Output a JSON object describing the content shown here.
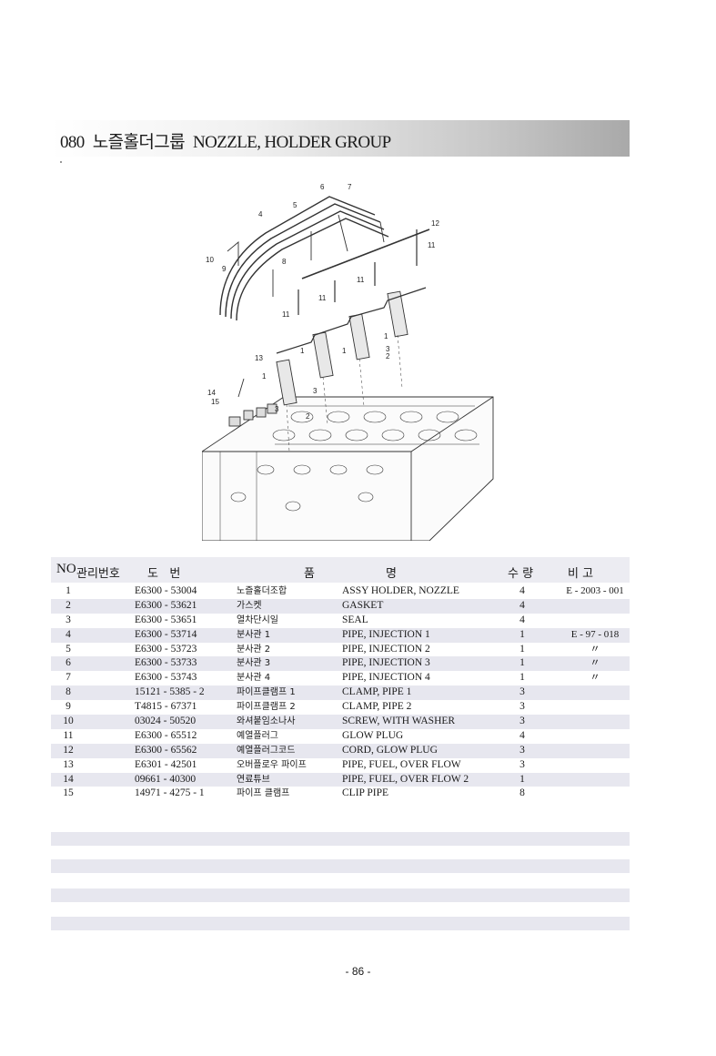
{
  "title": {
    "number": "080",
    "korean": "노즐홀더그룹",
    "english": "NOZZLE, HOLDER GROUP"
  },
  "callouts": [
    "1",
    "2",
    "3",
    "4",
    "5",
    "6",
    "7",
    "8",
    "9",
    "10",
    "11",
    "12",
    "13",
    "14",
    "15"
  ],
  "table": {
    "headers": {
      "no": "NO",
      "mgmt": "관리번호",
      "drawing": "도   번",
      "name_a": "품",
      "name_b": "명",
      "qty": "수 량",
      "remarks": "비 고"
    },
    "rows": [
      {
        "no": "1",
        "drawing": "E6300 - 53004",
        "korean": "노즐홀더조합",
        "english": "ASSY HOLDER, NOZZLE",
        "qty": "4",
        "remarks": "E - 2003 - 001"
      },
      {
        "no": "2",
        "drawing": "E6300 - 53621",
        "korean": "가스켓",
        "english": "GASKET",
        "qty": "4",
        "remarks": ""
      },
      {
        "no": "3",
        "drawing": "E6300 - 53651",
        "korean": "열차단시일",
        "english": "SEAL",
        "qty": "4",
        "remarks": ""
      },
      {
        "no": "4",
        "drawing": "E6300 - 53714",
        "korean": "분사관 1",
        "english": "PIPE, INJECTION 1",
        "qty": "1",
        "remarks": "E - 97 - 018"
      },
      {
        "no": "5",
        "drawing": "E6300 - 53723",
        "korean": "분사관 2",
        "english": "PIPE, INJECTION 2",
        "qty": "1",
        "remarks": "〃"
      },
      {
        "no": "6",
        "drawing": "E6300 - 53733",
        "korean": "분사관 3",
        "english": "PIPE, INJECTION 3",
        "qty": "1",
        "remarks": "〃"
      },
      {
        "no": "7",
        "drawing": "E6300 - 53743",
        "korean": "분사관 4",
        "english": "PIPE, INJECTION 4",
        "qty": "1",
        "remarks": "〃"
      },
      {
        "no": "8",
        "drawing": "15121 - 5385 - 2",
        "korean": "파이프클램프 1",
        "english": "CLAMP, PIPE 1",
        "qty": "3",
        "remarks": ""
      },
      {
        "no": "9",
        "drawing": "T4815 - 67371",
        "korean": "파이프클램프 2",
        "english": "CLAMP, PIPE 2",
        "qty": "3",
        "remarks": ""
      },
      {
        "no": "10",
        "drawing": "03024 - 50520",
        "korean": "와셔붙임소나사",
        "english": "SCREW, WITH WASHER",
        "qty": "3",
        "remarks": ""
      },
      {
        "no": "11",
        "drawing": "E6300 - 65512",
        "korean": "예열플러그",
        "english": "GLOW PLUG",
        "qty": "4",
        "remarks": ""
      },
      {
        "no": "12",
        "drawing": "E6300 - 65562",
        "korean": "예열플러그코드",
        "english": "CORD, GLOW PLUG",
        "qty": "3",
        "remarks": ""
      },
      {
        "no": "13",
        "drawing": "E6301 - 42501",
        "korean": "오버플로우 파이프",
        "english": "PIPE, FUEL, OVER FLOW",
        "qty": "3",
        "remarks": ""
      },
      {
        "no": "14",
        "drawing": "09661 - 40300",
        "korean": "연료튜브",
        "english": "PIPE, FUEL, OVER FLOW 2",
        "qty": "1",
        "remarks": ""
      },
      {
        "no": "15",
        "drawing": "14971 - 4275 - 1",
        "korean": "파이프 클램프",
        "english": "CLIP PIPE",
        "qty": "8",
        "remarks": ""
      }
    ]
  },
  "page_number": "- 86 -"
}
